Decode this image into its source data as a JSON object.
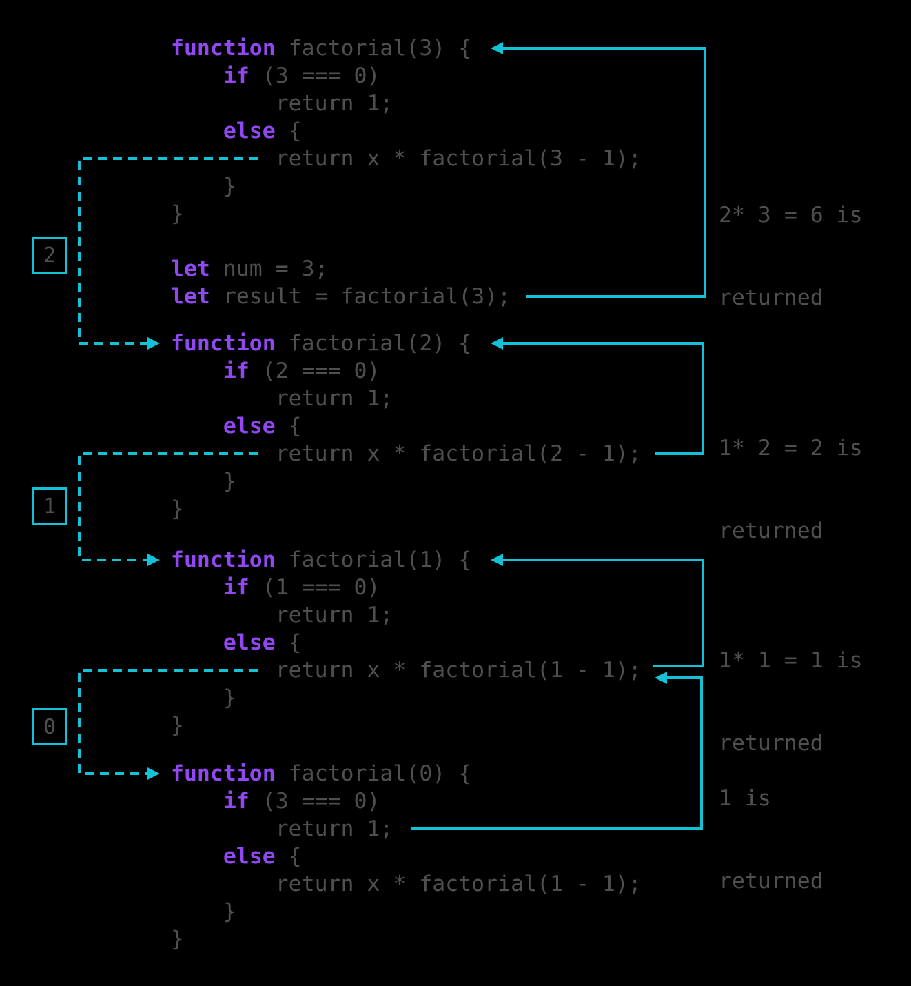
{
  "colors": {
    "background": "#000000",
    "keyword": "#9147f2",
    "code": "#4f4f4f",
    "accent": "#12c2d7"
  },
  "blocks": [
    {
      "lines": [
        {
          "kw": "function",
          "rest": " factorial(3) {"
        },
        {
          "kw": "    if",
          "rest": " (3 === 0)"
        },
        {
          "kw": "",
          "rest": "        return 1;"
        },
        {
          "kw": "    else",
          "rest": " {"
        },
        {
          "kw": "",
          "rest": "        return x * factorial(3 - 1);"
        },
        {
          "kw": "",
          "rest": "    }"
        },
        {
          "kw": "",
          "rest": "}"
        }
      ]
    },
    {
      "lines": [
        {
          "kw": "function",
          "rest": " factorial(2) {"
        },
        {
          "kw": "    if",
          "rest": " (2 === 0)"
        },
        {
          "kw": "",
          "rest": "        return 1;"
        },
        {
          "kw": "    else",
          "rest": " {"
        },
        {
          "kw": "",
          "rest": "        return x * factorial(2 - 1);"
        },
        {
          "kw": "",
          "rest": "    }"
        },
        {
          "kw": "",
          "rest": "}"
        }
      ]
    },
    {
      "lines": [
        {
          "kw": "function",
          "rest": " factorial(1) {"
        },
        {
          "kw": "    if",
          "rest": " (1 === 0)"
        },
        {
          "kw": "",
          "rest": "        return 1;"
        },
        {
          "kw": "    else",
          "rest": " {"
        },
        {
          "kw": "",
          "rest": "        return x * factorial(1 - 1);"
        },
        {
          "kw": "",
          "rest": "    }"
        },
        {
          "kw": "",
          "rest": "}"
        }
      ]
    },
    {
      "lines": [
        {
          "kw": "function",
          "rest": " factorial(0) {"
        },
        {
          "kw": "    if",
          "rest": " (3 === 0)"
        },
        {
          "kw": "",
          "rest": "        return 1;"
        },
        {
          "kw": "    else",
          "rest": " {"
        },
        {
          "kw": "",
          "rest": "        return x * factorial(1 - 1);"
        },
        {
          "kw": "",
          "rest": "    }"
        },
        {
          "kw": "",
          "rest": "}"
        }
      ]
    }
  ],
  "vars": {
    "lines": [
      {
        "kw": "let",
        "rest": " num = 3;"
      },
      {
        "kw": "let",
        "rest": " result = factorial(3);"
      }
    ]
  },
  "stack_labels": [
    "2",
    "1",
    "0"
  ],
  "annotations": [
    {
      "line1": "2* 3 = 6 is",
      "line2": "returned"
    },
    {
      "line1": "1* 2 = 2 is",
      "line2": "returned"
    },
    {
      "line1": "1* 1 = 1 is",
      "line2": "returned"
    },
    {
      "line1": "1 is",
      "line2": "returned"
    }
  ]
}
